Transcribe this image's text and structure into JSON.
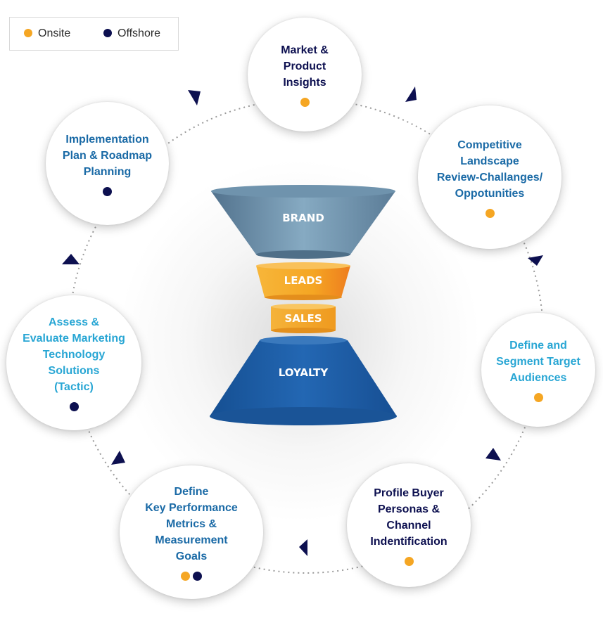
{
  "legend": {
    "items": [
      {
        "label": "Onsite",
        "color": "#f5a623"
      },
      {
        "label": "Offshore",
        "color": "#0d1050"
      }
    ]
  },
  "funnel": {
    "stages": [
      {
        "label": "BRAND",
        "color": "#7ea4bd"
      },
      {
        "label": "LEADS",
        "color": "#f5a623"
      },
      {
        "label": "SALES",
        "color": "#f5a623"
      },
      {
        "label": "LOYALTY",
        "color": "#1f5fa8"
      }
    ]
  },
  "cycle": {
    "steps": [
      {
        "label": "Market &\nProduct\nInsights",
        "color": "#0d1050",
        "markers": [
          "onsite"
        ]
      },
      {
        "label": "Competitive\nLandscape\nReview-Challanges/\nOppotunities",
        "color": "#1a6aa6",
        "markers": [
          "onsite"
        ]
      },
      {
        "label": "Define and\nSegment Target\nAudiences",
        "color": "#28a6d4",
        "markers": [
          "onsite"
        ]
      },
      {
        "label": "Profile Buyer\nPersonas &\nChannel\nIndentification",
        "color": "#0d1050",
        "markers": [
          "onsite"
        ]
      },
      {
        "label": "Define\nKey Performance\nMetrics &\nMeasurement\nGoals",
        "color": "#1a6aa6",
        "markers": [
          "onsite",
          "offshore"
        ]
      },
      {
        "label": "Assess &\nEvaluate Marketing\nTechnology\nSolutions\n(Tactic)",
        "color": "#28a6d4",
        "markers": [
          "offshore"
        ]
      },
      {
        "label": "Implementation\nPlan & Roadmap\nPlanning",
        "color": "#1a6aa6",
        "markers": [
          "offshore"
        ]
      }
    ]
  }
}
